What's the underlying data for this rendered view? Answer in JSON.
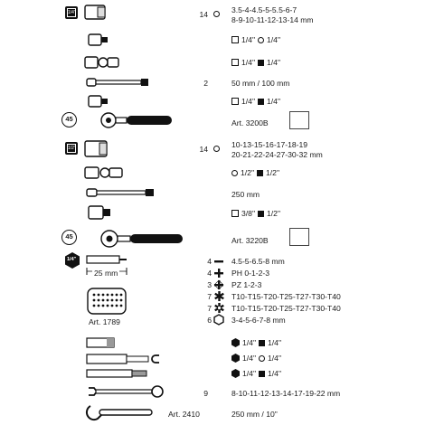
{
  "sections": {
    "s1": {
      "badge": "1/4\"",
      "sockets": {
        "qty": "14",
        "line1": "3.5-4-4.5-5-5.5-6-7",
        "line2": "8-9-10-11-12-13-14 mm"
      },
      "adapter1": {
        "a": "1/4\"",
        "b": "1/4\""
      },
      "adapter2": {
        "a": "1/4\"",
        "b": "1/4\""
      },
      "extensions": {
        "qty": "2",
        "text": "50 mm / 100 mm"
      },
      "adapter3": {
        "a": "1/4\"",
        "b": "1/4\""
      },
      "ratchet": {
        "circle": "45",
        "art": "Art. 3200B"
      }
    },
    "s2": {
      "badge": "1/2\"",
      "sockets": {
        "qty": "14",
        "line1": "10-13-15-16-17-18-19",
        "line2": "20-21-22-24-27-30-32 mm"
      },
      "adapter1": {
        "a": "1/2\"",
        "b": "1/2\""
      },
      "extension": {
        "text": "250 mm"
      },
      "adapter2": {
        "a": "3/8\"",
        "b": "1/2\""
      },
      "ratchet": {
        "circle": "45",
        "art": "Art. 3220B"
      }
    },
    "s3": {
      "hex_badge": "1/4\"",
      "bit_length": "25 mm",
      "bitbox_art": "Art. 1789",
      "bits": [
        {
          "qty": "4",
          "symbol": "slot-icon",
          "text": "4.5-5-6.5-8 mm"
        },
        {
          "qty": "4",
          "symbol": "phillips-icon",
          "text": "PH 0-1-2-3"
        },
        {
          "qty": "3",
          "symbol": "pozidriv-icon",
          "text": "PZ 1-2-3"
        },
        {
          "qty": "7",
          "symbol": "torx-icon",
          "text": "T10-T15-T20-T25-T27-T30-T40"
        },
        {
          "qty": "7",
          "symbol": "torx-tamper-icon",
          "text": "T10-T15-T20-T25-T27-T30-T40"
        },
        {
          "qty": "6",
          "symbol": "hex-icon",
          "text": "3-4-5-6-7-8 mm"
        }
      ],
      "holders": [
        {
          "a": "1/4\"",
          "b": "1/4\""
        },
        {
          "a": "1/4\"",
          "b": "1/4\""
        },
        {
          "a": "1/4\"",
          "b": "1/4\""
        }
      ],
      "wrenches": {
        "qty": "9",
        "text": "8-10-11-12-13-14-17-19-22 mm"
      },
      "adjustable": {
        "art": "Art. 2410",
        "text": "250 mm / 10\""
      }
    }
  }
}
